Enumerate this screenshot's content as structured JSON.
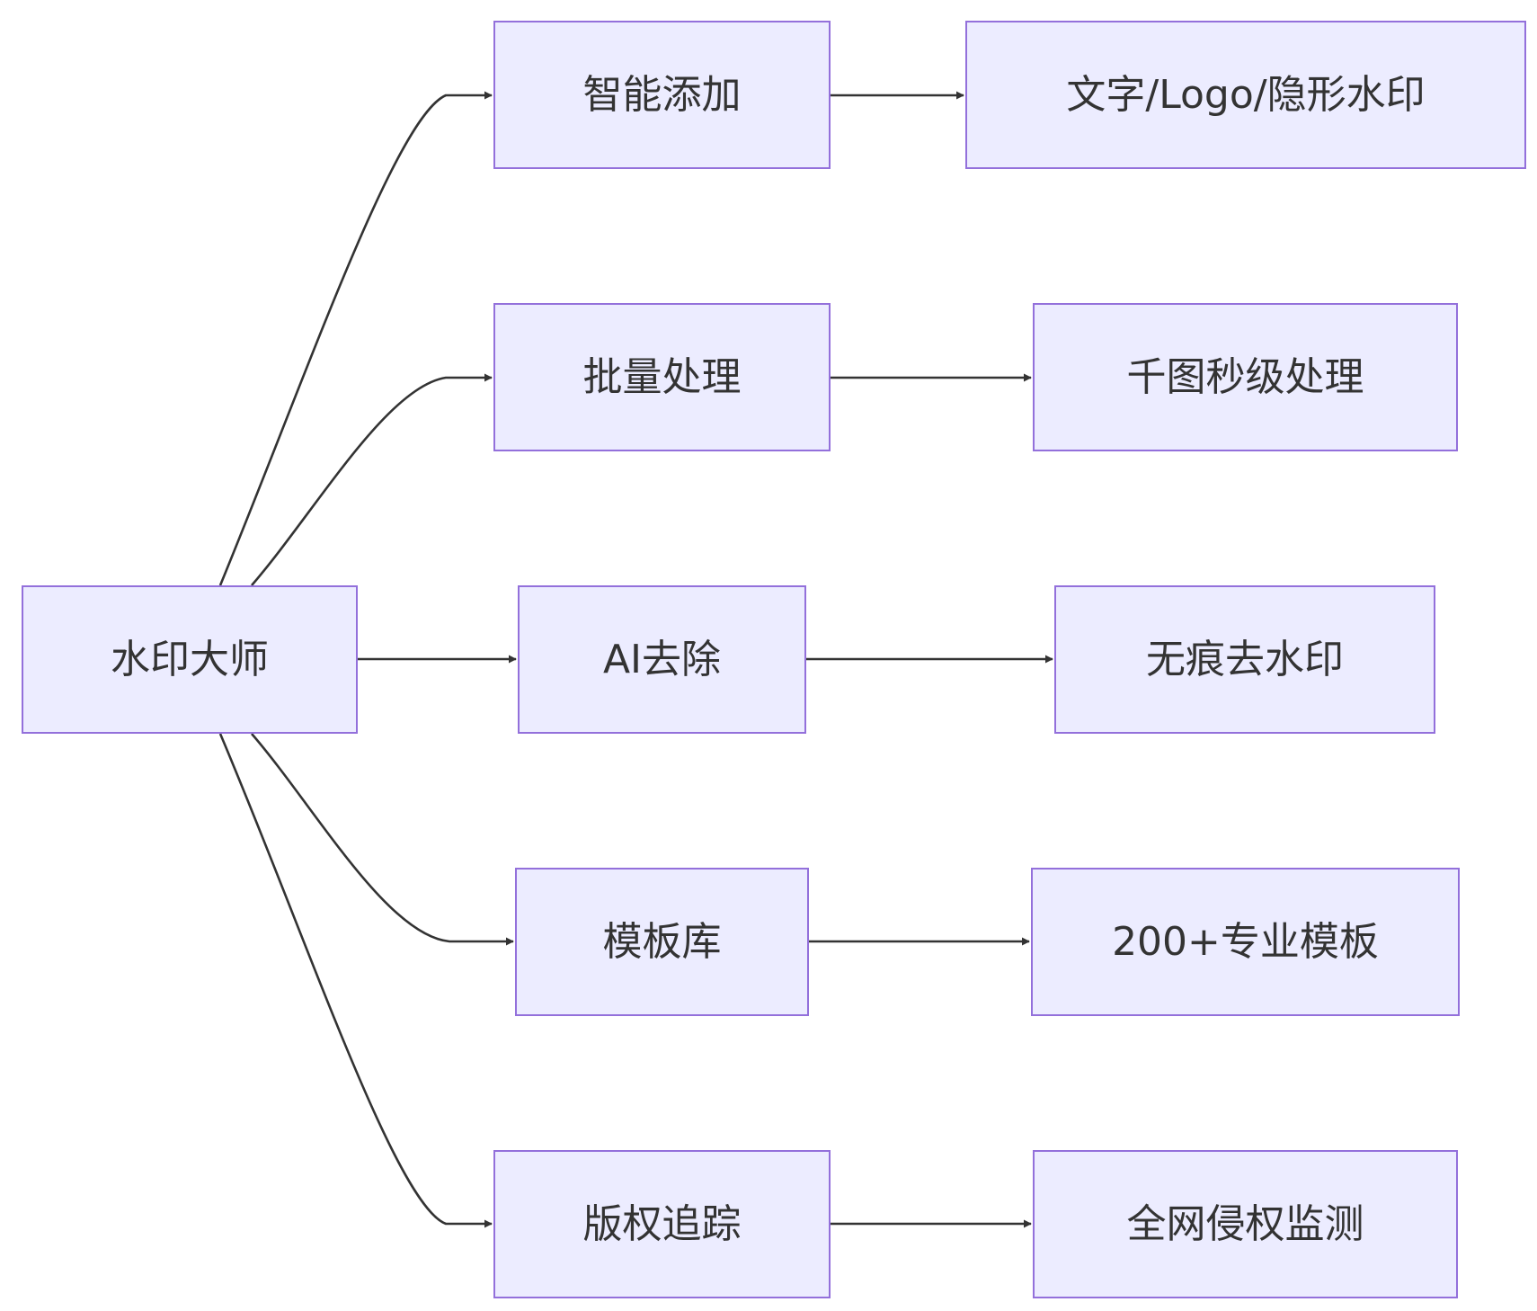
{
  "diagram": {
    "root": {
      "label": "水印大师"
    },
    "features": [
      {
        "label": "智能添加",
        "detail": "文字/Logo/隐形水印"
      },
      {
        "label": "批量处理",
        "detail": "千图秒级处理"
      },
      {
        "label": "AI去除",
        "detail": "无痕去水印"
      },
      {
        "label": "模板库",
        "detail": "200+专业模板"
      },
      {
        "label": "版权追踪",
        "detail": "全网侵权监测"
      }
    ]
  },
  "colors": {
    "node_fill": "#ececff",
    "node_border": "#9370db",
    "edge": "#333333",
    "text": "#333333"
  }
}
